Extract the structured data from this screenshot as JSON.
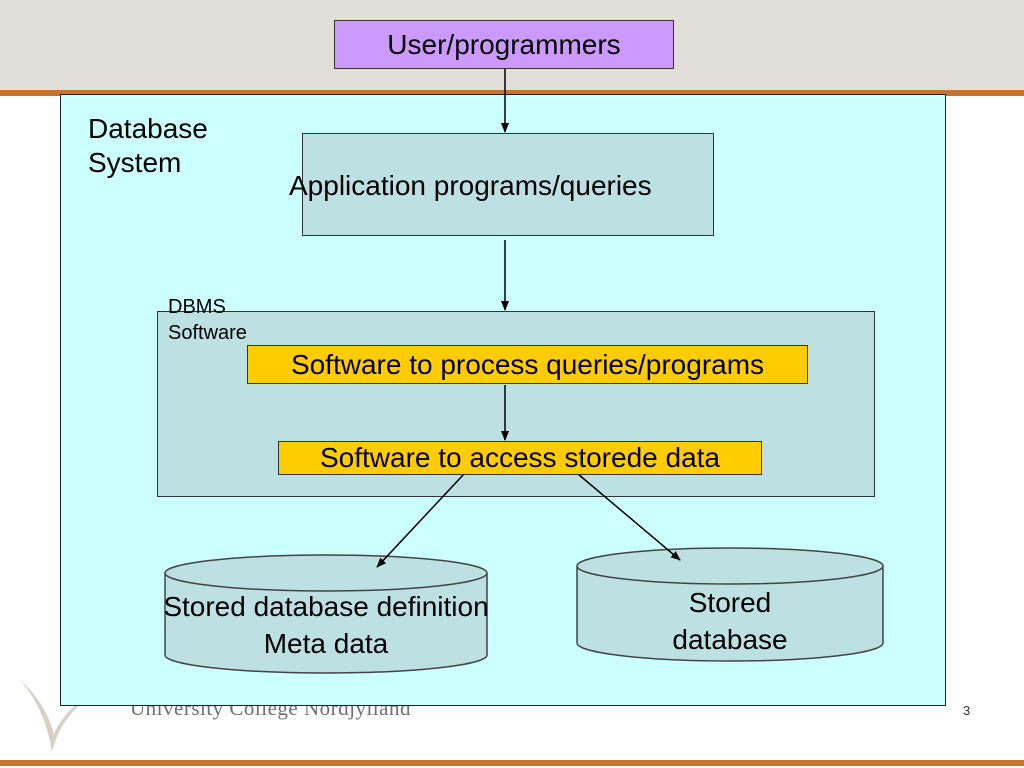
{
  "diagram": {
    "user_box": "User/programmers",
    "system_label": [
      "Database",
      "System"
    ],
    "app_box": "Application programs/queries",
    "dbms_label": [
      "DBMS",
      "Software"
    ],
    "process_box": "Software to process queries/programs",
    "access_box": "Software to access storede data",
    "stored_definition": [
      "Stored database definition",
      "Meta data"
    ],
    "stored_database": [
      "Stored",
      "database"
    ]
  },
  "footer": {
    "logo_text": "University College Nordjylland",
    "page_number": "3"
  },
  "colors": {
    "header_band": "#e2dfda",
    "accent_rule": "#c9742a",
    "system_fill": "#ccffff",
    "user_fill": "#cc99ff",
    "box_fill": "#bde0e2",
    "highlight_fill": "#ffcc00"
  }
}
